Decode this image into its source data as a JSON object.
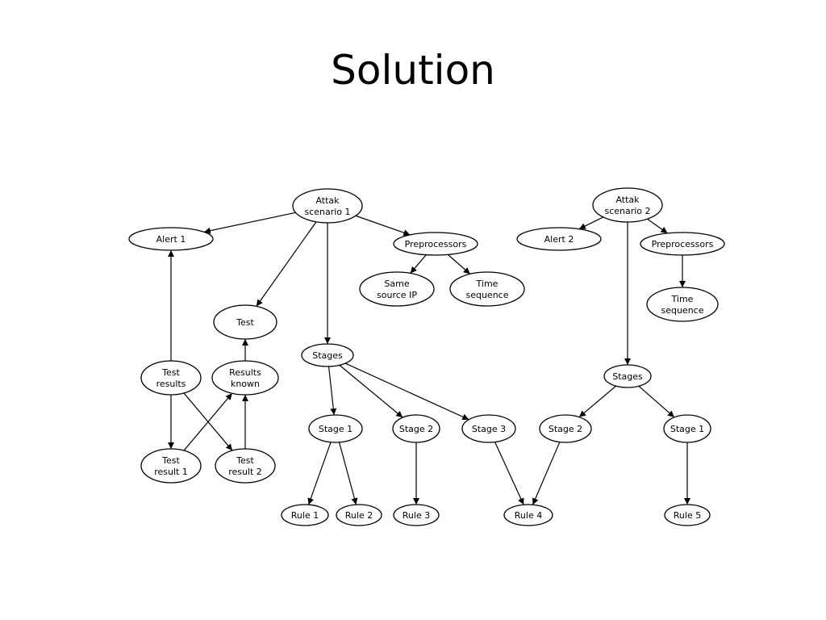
{
  "slide": {
    "title": "Solution"
  },
  "diagram": {
    "nodes": [
      {
        "id": "attak1",
        "label": [
          "Attak",
          "scenario 1"
        ]
      },
      {
        "id": "alert1",
        "label": [
          "Alert 1"
        ]
      },
      {
        "id": "pre1",
        "label": [
          "Preprocessors"
        ]
      },
      {
        "id": "same_ip",
        "label": [
          "Same",
          "source IP"
        ]
      },
      {
        "id": "timeseq1",
        "label": [
          "Time",
          "sequence"
        ]
      },
      {
        "id": "test",
        "label": [
          "Test"
        ]
      },
      {
        "id": "stages1",
        "label": [
          "Stages"
        ]
      },
      {
        "id": "testresults",
        "label": [
          "Test",
          "results"
        ]
      },
      {
        "id": "resknown",
        "label": [
          "Results",
          "known"
        ]
      },
      {
        "id": "testres1",
        "label": [
          "Test",
          "result 1"
        ]
      },
      {
        "id": "testres2",
        "label": [
          "Test",
          "result 2"
        ]
      },
      {
        "id": "s1stage1",
        "label": [
          "Stage 1"
        ]
      },
      {
        "id": "s1stage2",
        "label": [
          "Stage 2"
        ]
      },
      {
        "id": "s1stage3",
        "label": [
          "Stage 3"
        ]
      },
      {
        "id": "rule1",
        "label": [
          "Rule 1"
        ]
      },
      {
        "id": "rule2",
        "label": [
          "Rule 2"
        ]
      },
      {
        "id": "rule3",
        "label": [
          "Rule 3"
        ]
      },
      {
        "id": "rule4",
        "label": [
          "Rule 4"
        ]
      },
      {
        "id": "attak2",
        "label": [
          "Attak",
          "scenario 2"
        ]
      },
      {
        "id": "alert2",
        "label": [
          "Alert 2"
        ]
      },
      {
        "id": "pre2",
        "label": [
          "Preprocessors"
        ]
      },
      {
        "id": "timeseq2",
        "label": [
          "Time",
          "sequence"
        ]
      },
      {
        "id": "stages2",
        "label": [
          "Stages"
        ]
      },
      {
        "id": "s2stage2",
        "label": [
          "Stage 2"
        ]
      },
      {
        "id": "s2stage1",
        "label": [
          "Stage 1"
        ]
      },
      {
        "id": "rule5",
        "label": [
          "Rule 5"
        ]
      }
    ],
    "edges": [
      [
        "attak1",
        "alert1"
      ],
      [
        "attak1",
        "pre1"
      ],
      [
        "attak1",
        "test"
      ],
      [
        "attak1",
        "stages1"
      ],
      [
        "pre1",
        "same_ip"
      ],
      [
        "pre1",
        "timeseq1"
      ],
      [
        "testresults",
        "alert1"
      ],
      [
        "testresults",
        "testres1"
      ],
      [
        "testresults",
        "testres2"
      ],
      [
        "testres1",
        "resknown"
      ],
      [
        "testres2",
        "resknown"
      ],
      [
        "resknown",
        "test"
      ],
      [
        "stages1",
        "s1stage1"
      ],
      [
        "stages1",
        "s1stage2"
      ],
      [
        "stages1",
        "s1stage3"
      ],
      [
        "s1stage1",
        "rule1"
      ],
      [
        "s1stage1",
        "rule2"
      ],
      [
        "s1stage2",
        "rule3"
      ],
      [
        "s1stage3",
        "rule4"
      ],
      [
        "attak2",
        "alert2"
      ],
      [
        "attak2",
        "pre2"
      ],
      [
        "attak2",
        "stages2"
      ],
      [
        "pre2",
        "timeseq2"
      ],
      [
        "stages2",
        "s2stage2"
      ],
      [
        "stages2",
        "s2stage1"
      ],
      [
        "s2stage2",
        "rule4"
      ],
      [
        "s2stage1",
        "rule5"
      ]
    ]
  }
}
